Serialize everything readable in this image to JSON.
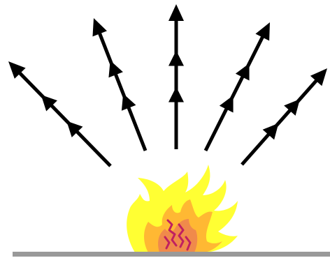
{
  "diagram": {
    "rays": [
      {
        "name": "ray-far-left"
      },
      {
        "name": "ray-left"
      },
      {
        "name": "ray-center"
      },
      {
        "name": "ray-right"
      },
      {
        "name": "ray-far-right"
      }
    ],
    "colors": {
      "background": "#ffffff",
      "arrow": "#000000",
      "flame_outer": "#ffff33",
      "flame_middle": "#ffb833",
      "flame_inner": "#f08a4b",
      "flame_core": "#c02060",
      "ground": "#999999"
    }
  }
}
